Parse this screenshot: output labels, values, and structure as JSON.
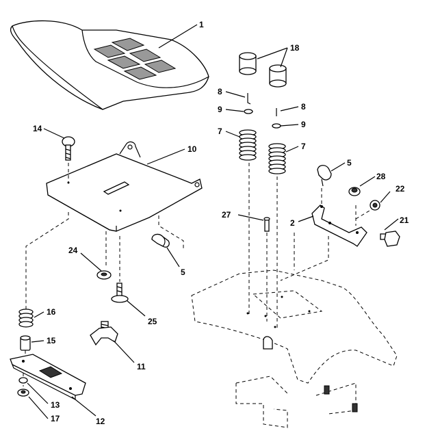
{
  "callouts": {
    "c1": "1",
    "c18": "18",
    "c8a": "8",
    "c8b": "8",
    "c9a": "9",
    "c9b": "9",
    "c7a": "7",
    "c7b": "7",
    "c14": "14",
    "c10": "10",
    "c5a": "5",
    "c5b": "5",
    "c28": "28",
    "c22": "22",
    "c2": "2",
    "c21": "21",
    "c27": "27",
    "c24": "24",
    "c25": "25",
    "c16": "16",
    "c15": "15",
    "c11": "11",
    "c13": "13",
    "c12": "12",
    "c17": "17"
  }
}
